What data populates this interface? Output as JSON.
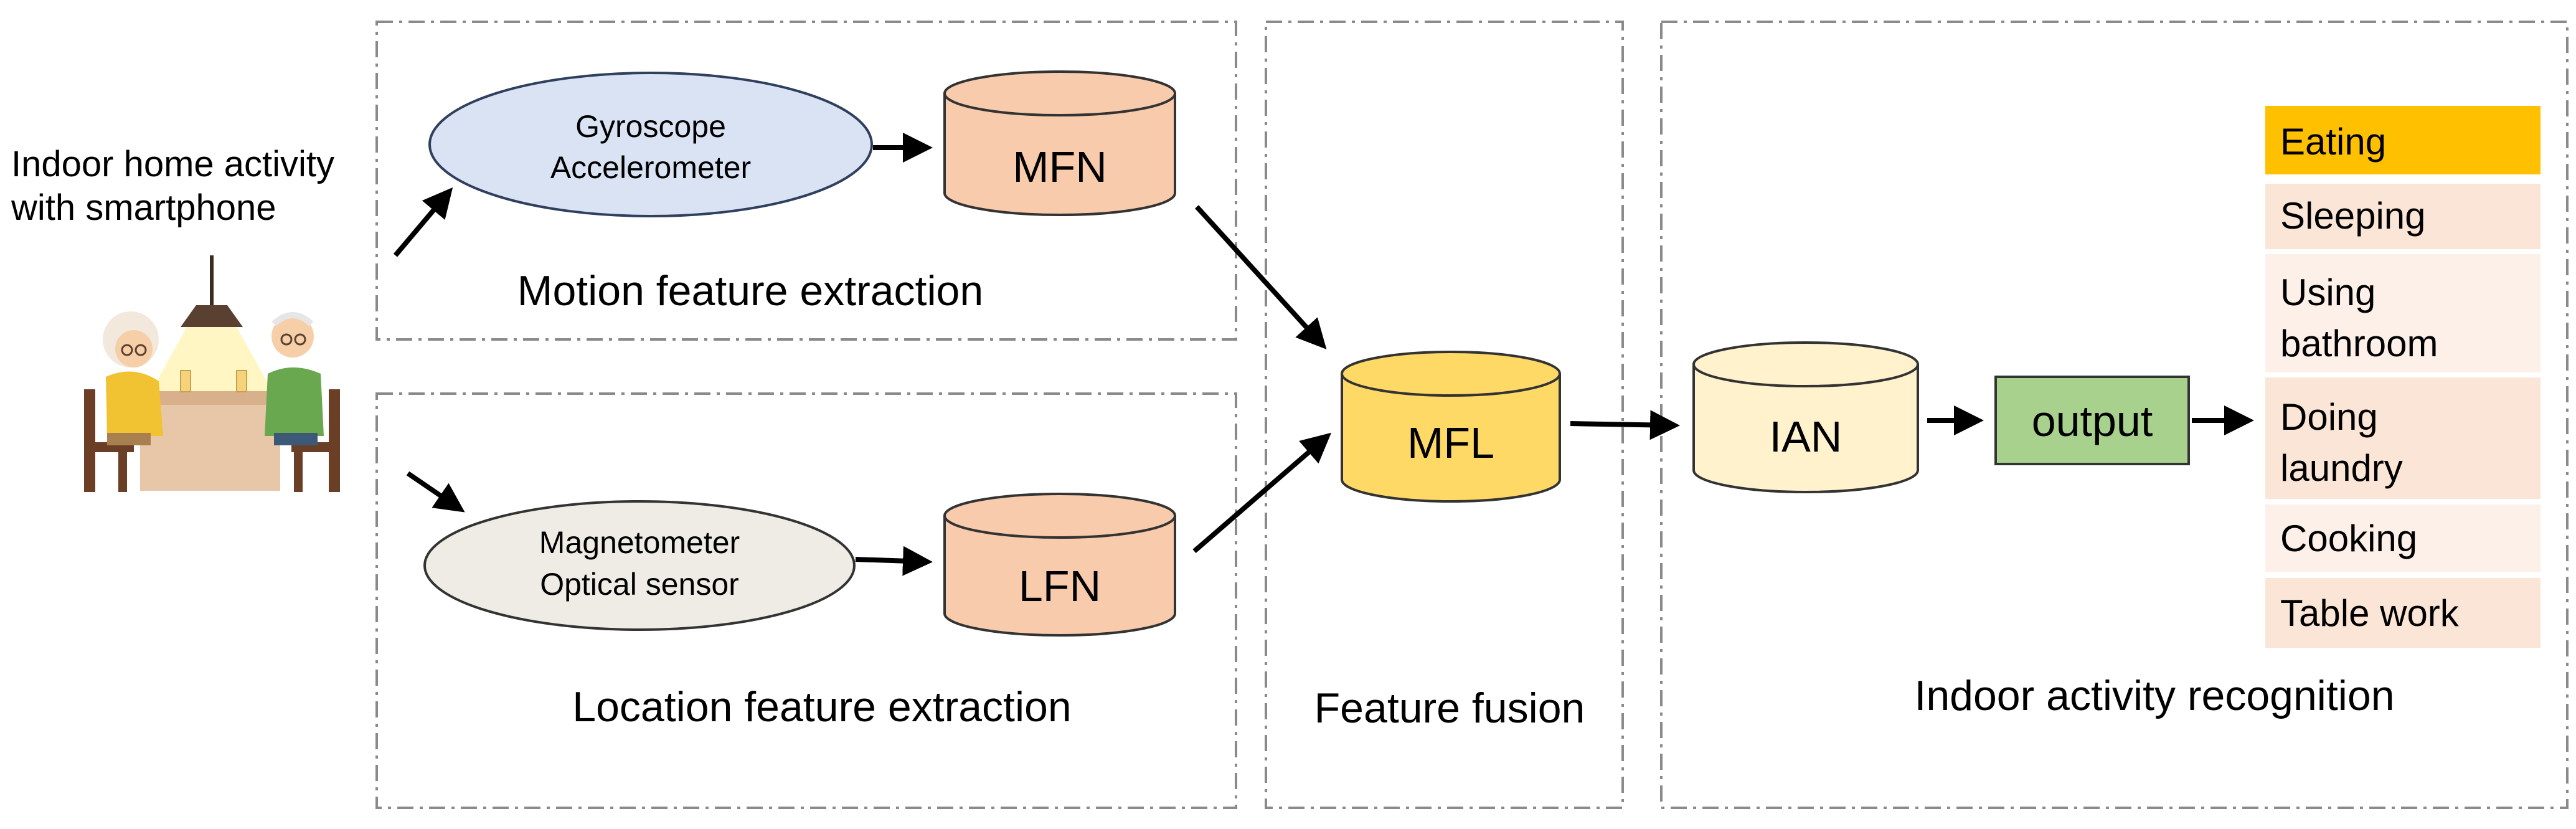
{
  "intro": {
    "line1": "Indoor home activity",
    "line2": "with smartphone"
  },
  "motion": {
    "ellipse_line1": "Gyroscope",
    "ellipse_line2": "Accelerometer",
    "cylinder": "MFN",
    "caption": "Motion feature extraction"
  },
  "location": {
    "ellipse_line1": "Magnetometer",
    "ellipse_line2": "Optical sensor",
    "cylinder": "LFN",
    "caption": "Location feature extraction"
  },
  "fusion": {
    "cylinder": "MFL",
    "caption": "Feature fusion"
  },
  "recognition": {
    "cylinder": "IAN",
    "output": "output",
    "caption": "Indoor activity recognition",
    "activities": [
      {
        "line1": "Eating",
        "line2": ""
      },
      {
        "line1": "Sleeping",
        "line2": ""
      },
      {
        "line1": "Using",
        "line2": "bathroom"
      },
      {
        "line1": "Doing",
        "line2": "laundry"
      },
      {
        "line1": "Cooking",
        "line2": ""
      },
      {
        "line1": "Table work",
        "line2": ""
      }
    ]
  },
  "colors": {
    "ellipse_motion": "#dae3f3",
    "ellipse_location": "#eeece4",
    "cylinder_peach": "#f8cbad",
    "cylinder_yellow": "#ffd966",
    "cylinder_cream": "#fff2cc",
    "output_green": "#a9d18e",
    "activity_highlight": "#ffc000",
    "activity_light": "#fbe5d6",
    "activity_lighter": "#fdf0e8"
  }
}
